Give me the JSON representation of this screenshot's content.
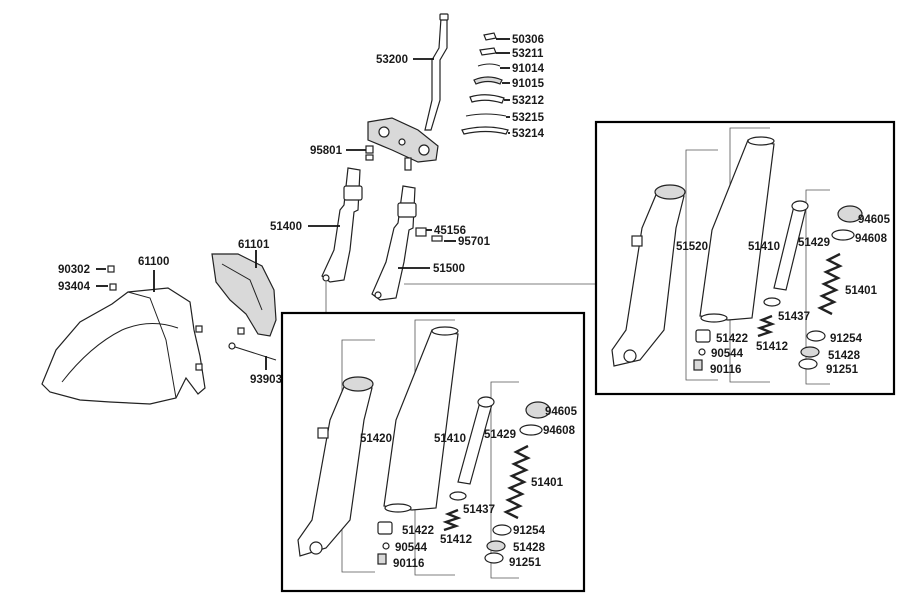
{
  "diagram": {
    "parts": {
      "p50306": "50306",
      "p53211": "53211",
      "p91014": "91014",
      "p91015": "91015",
      "p53212": "53212",
      "p53215": "53215",
      "p53214": "53214",
      "p53200": "53200",
      "p95801": "95801",
      "p51400": "51400",
      "p45156": "45156",
      "p95701": "95701",
      "p51500": "51500",
      "p61100": "61100",
      "p61101": "61101",
      "p90302": "90302",
      "p93404": "93404",
      "p93903": "93903"
    },
    "left_fork": {
      "p51420": "51420",
      "p51410": "51410",
      "p51429": "51429",
      "p94605": "94605",
      "p94608": "94608",
      "p51401": "51401",
      "p51437": "51437",
      "p51422": "51422",
      "p91254": "91254",
      "p51412": "51412",
      "p90544": "90544",
      "p51428": "51428",
      "p90116": "90116",
      "p91251": "91251"
    },
    "right_fork": {
      "p51520": "51520",
      "p51410": "51410",
      "p51429": "51429",
      "p94605": "94605",
      "p94608": "94608",
      "p51401": "51401",
      "p51437": "51437",
      "p51422": "51422",
      "p91254": "91254",
      "p90544": "90544",
      "p51412": "51412",
      "p51428": "51428",
      "p90116": "90116",
      "p91251": "91251"
    }
  }
}
